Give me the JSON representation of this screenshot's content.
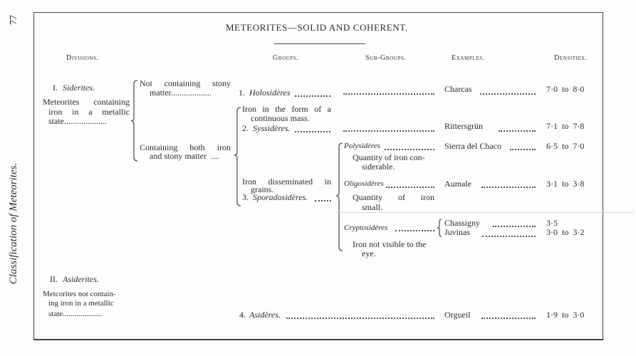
{
  "margin": {
    "page_number": "77",
    "running_title": "Classification of Meteorites."
  },
  "title": "METEORITES—SOLID AND COHERENT.",
  "headers": {
    "divisions": "Divisions.",
    "groups": "Groups.",
    "sub_groups": "Sub-Groups.",
    "examples": "Examples.",
    "densities": "Densities."
  },
  "divisions": [
    {
      "numeral": "I.",
      "name": "Siderites.",
      "desc": [
        "Meteorites  containing",
        "iron  in  a  metallic",
        "state...................."
      ]
    },
    {
      "numeral": "II.",
      "name": "Asiderites.",
      "desc": [
        "Metcorites not contain-",
        "ing iron in a metallic",
        "state...................."
      ]
    }
  ],
  "subdivisions": [
    {
      "lines": [
        "Not   containing   stony",
        "matter..................."
      ]
    },
    {
      "lines": [
        "Containing   both   iron",
        "and stony matter  ...."
      ]
    }
  ],
  "groups": [
    {
      "number": "1.",
      "name": "Holosidères",
      "desc": []
    },
    {
      "number": "2.",
      "name": "Syssidères.",
      "desc": [
        "Iron  in  the  form  of  a",
        "continuous mass."
      ]
    },
    {
      "number": "3.",
      "name": "Sporadosidères.",
      "desc": [
        "Iron    disseminated    in",
        "grains."
      ]
    },
    {
      "number": "4.",
      "name": "Asidères.",
      "desc": []
    }
  ],
  "sub_groups": [
    {
      "name": "Polysidères",
      "desc": [
        "Quantity of iron con-",
        "siderable."
      ]
    },
    {
      "name": "Oligosidères",
      "desc": [
        "Quantity    of    iron",
        "small."
      ]
    },
    {
      "name": "Cryptosidères",
      "desc": [
        "Iron not visible to the",
        "eye."
      ]
    }
  ],
  "examples": [
    "Charcas",
    "Rittersgrün",
    "Sierra del Chaco",
    "Aumale",
    "Chassigny",
    "Juvinas",
    "Orgueil"
  ],
  "densities": [
    "7·0  to  8·0",
    "7·1  to  7·8",
    "6·5  to  7·0",
    "3·1  to  3·8",
    "3·5",
    "3·0  to  3·2",
    "1·9  to  3·0"
  ]
}
